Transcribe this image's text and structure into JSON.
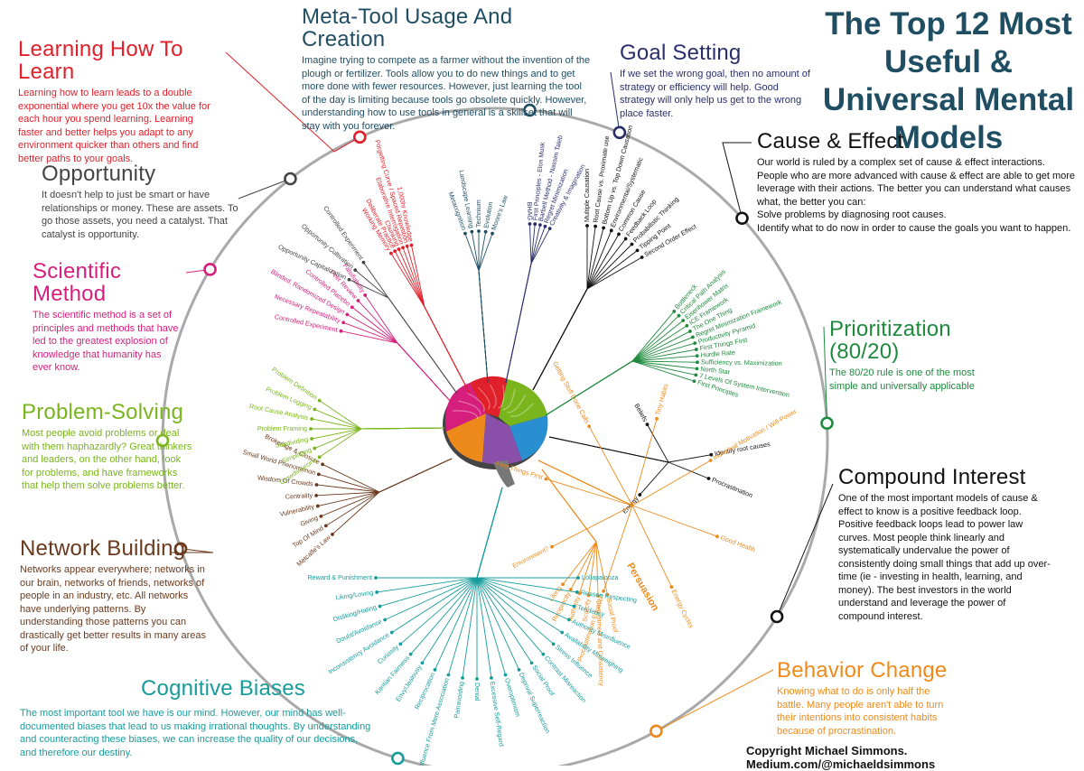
{
  "title": "The Top 12 Most Useful & Universal Mental Models",
  "copyright": "Copyright Michael Simmons. Medium.com/@michaeldsimmons",
  "models": [
    {
      "id": "learning",
      "name": "Learning How To Learn",
      "color": "#e0202a",
      "text": "Learning how to learn leads to a double exponential where you get 10x the value for each hour you spend learning. Learning faster and better helps you adapt to any environment quicker than others and find better paths to your goals.",
      "items": [
        "Working Memory",
        "Deliberate Practice",
        "Chunking",
        "Elaborative Interrogation",
        "Forgetting Curve / Spaced Repetition",
        "1,000hr Knowledge"
      ]
    },
    {
      "id": "meta",
      "name": "Meta-Tool Usage And Creation",
      "color": "#1f4e63",
      "text": "Imagine trying to compete as a farmer without the invention of the plough or fertilizer. Tools allow you to do new things and to get more done with fewer resources. However, just learning the tool of the day is limiting because tools go obsolete quickly. However, understanding how to use tools in general is a skillset that will stay with you forever.",
      "items": [
        "Metacognition",
        "Landscape Learning",
        "Technium",
        "Evolution",
        "Moore's Law"
      ]
    },
    {
      "id": "goal",
      "name": "Goal Setting",
      "color": "#2a2f6b",
      "text": "If we set the wrong goal, then no amount of strategy or efficiency will help. Good strategy will only help us get to the wrong place faster.",
      "items": [
        "BHAG",
        "First Principles - Elon Musk",
        "Barbell Method - Nassim Taleb",
        "Regret Minimization",
        "Creativity & Imagination"
      ]
    },
    {
      "id": "cause",
      "name": "Cause & Effect",
      "color": "#111111",
      "text": "Our world is ruled by a complex set of cause & effect interactions. People who are more advanced with cause & effect are able to get more leverage with their actions. The better you can understand what causes what, the better you can:\nSolve problems by diagnosing root causes.\nIdentify what to do now in order to cause the goals you want to happen.",
      "items": [
        "Multiple Causation",
        "Root Cause vs. Proximate use",
        "Bottom Up vs. Top Down Causation",
        "Environmental/Systematic",
        "Common Cause",
        "Feedback Loop",
        "Probabilistic Thinking",
        "Tipping Point",
        "Second Order Effect"
      ]
    },
    {
      "id": "prior",
      "name": "Prioritization (80/20)",
      "color": "#1f8a3e",
      "text": "The 80/20 rule is one of the most simple and universally applicable",
      "items": [
        "Bottleneck",
        "Critical Path Analysis",
        "Eisenhower Matrix",
        "ICE Framework",
        "The One Thing",
        "Regret Minimization Framework",
        "Productivity Pyramid",
        "First Things First",
        "Hurdle Rate",
        "Sufficiency vs. Maximization",
        "North Star",
        "7 Levels Of System Intervention",
        "First Principles"
      ]
    },
    {
      "id": "compound",
      "name": "Compound Interest",
      "color": "#111111",
      "text": "One of the most important models of cause & effect to know is a positive feedback loop. Positive feedback loops lead to power law curves. Most people think linearly and systematically undervalue the power of consistently doing small things that add up over-time (ie - investing in health, learning, and money). The best investors in the world understand and leverage the power of compound interest.",
      "items": [
        "Identify root causes",
        "Beliefs",
        "Energy",
        "Procrastination"
      ]
    },
    {
      "id": "behavior",
      "name": "Behavior Change",
      "color": "#ee8a1c",
      "text": "Knowing what to do is only half the battle. Many people aren't able to turn their intentions into consistent habits because of procrastination.",
      "items": [
        "Individual Motivation / Will-Power",
        "Tiny Habits",
        "Getting Stuff Done Calls",
        "First Things First",
        "Environment?",
        "Procrastination Equation",
        "Energy Cycles",
        "Good Health"
      ],
      "persuasion_label": "Persuasion",
      "persuasion_items": [
        "Social Proof",
        "Commitment and Consistency",
        "Scarcity",
        "Authority",
        "Reciprocity",
        "Liking"
      ]
    },
    {
      "id": "cognitive",
      "name": "Cognitive Biases",
      "color": "#179c9c",
      "text": "The most important tool we have is our mind. However, our mind has well-documented biases that lead to us making irrational thoughts. By understanding and counteracting these biases, we can increase the quality of our decisions, and therefore our destiny.",
      "items": [
        "Lollapalooza",
        "Reason Respecting",
        "Tendency",
        "Authority Misinfluence",
        "Availability Misweighing",
        "Stress Influence",
        "Contrast Misreaction",
        "Social Proof",
        "Deprival Superreaction",
        "Overoptimism",
        "Excessive Self-Regard",
        "Denial",
        "Painavoiding",
        "Influence From Mere Association",
        "Reciprocation",
        "Envy/Jealousy",
        "Kantian Fairness",
        "Curiosity",
        "Inconsistency Avoidance",
        "Doubt/Avoidance",
        "Disliking/Hating",
        "Liking/Loving",
        "Reward & Punishment"
      ]
    },
    {
      "id": "network",
      "name": "Network Building",
      "color": "#6b3a1e",
      "text": "Networks appear everywhere; networks in our brain, networks of friends, networks of people in an industry, etc. All networks have underlying patterns. By understanding those patterns you can drastically get better results in many areas of your life.",
      "items": [
        "Metcalfe's Law",
        "Top Of Mind",
        "Giving",
        "Vulnerability",
        "Centrality",
        "Wisdom Of Crowds",
        "Small World Phenomenon",
        "Brokerage & Closure"
      ]
    },
    {
      "id": "problem",
      "name": "Problem-Solving",
      "color": "#7ab51d",
      "text": "Most people avoid problems or deal with them haphazardly? Great thinkers and leaders, on the other hand, look for problems, and have frameworks that help them solve problems better.",
      "items": [
        "Crowdsourcing",
        "Simplifying",
        "Subdividing",
        "Problem Framing",
        "Root Cause Analysis",
        "Problem Logging",
        "Problem Definition"
      ]
    },
    {
      "id": "scientific",
      "name": "Scientific Method",
      "color": "#d61f7d",
      "text": "The scientific method is a set of principles and methods that have led to the greatest explosion of knowledge that humanity has ever know.",
      "items": [
        "Controlled Experiment",
        "Necessary Repeatability",
        "Blinded, Randomized Design",
        "Controlled Placebo",
        "Peer Review",
        "Falsifiability"
      ]
    },
    {
      "id": "opportunity",
      "name": "Opportunity",
      "color": "#444444",
      "text": "It doesn't help to just be smart or have relationships or money. These are assets. To go those assets, you need a catalyst. That catalyst is opportunity.",
      "items": [
        "Opportunity Capitalization",
        "Opportunity Cultivation",
        "Controlled Experiment"
      ]
    }
  ]
}
